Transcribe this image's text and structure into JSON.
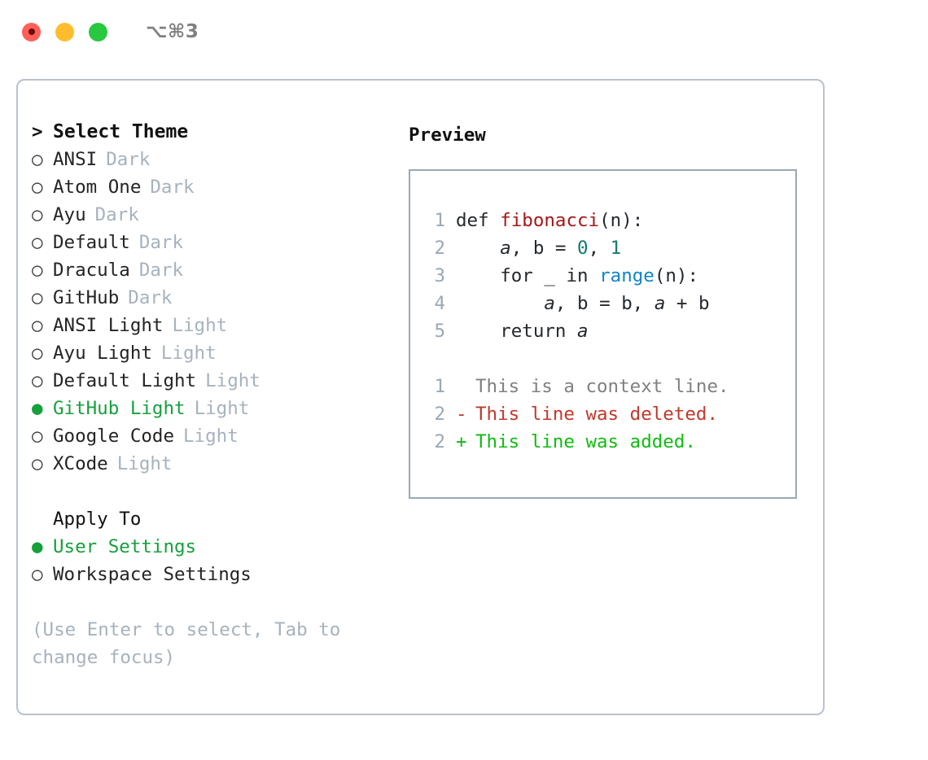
{
  "titlebar": {
    "shortcut": "⌥⌘3",
    "buttons": [
      "close",
      "minimize",
      "maximize"
    ]
  },
  "theme_selector": {
    "prompt_marker": ">",
    "title": "Select Theme",
    "unselected_marker": "○",
    "selected_marker": "●",
    "items": [
      {
        "name": "ANSI",
        "badge": "Dark",
        "selected": false
      },
      {
        "name": "Atom One",
        "badge": "Dark",
        "selected": false
      },
      {
        "name": "Ayu",
        "badge": "Dark",
        "selected": false
      },
      {
        "name": "Default",
        "badge": "Dark",
        "selected": false
      },
      {
        "name": "Dracula",
        "badge": "Dark",
        "selected": false
      },
      {
        "name": "GitHub",
        "badge": "Dark",
        "selected": false
      },
      {
        "name": "ANSI Light",
        "badge": "Light",
        "selected": false
      },
      {
        "name": "Ayu Light",
        "badge": "Light",
        "selected": false
      },
      {
        "name": "Default Light",
        "badge": "Light",
        "selected": false
      },
      {
        "name": "GitHub Light",
        "badge": "Light",
        "selected": true
      },
      {
        "name": "Google Code",
        "badge": "Light",
        "selected": false
      },
      {
        "name": "XCode",
        "badge": "Light",
        "selected": false
      }
    ]
  },
  "apply_to": {
    "title": "Apply To",
    "options": [
      {
        "name": "User Settings",
        "selected": true
      },
      {
        "name": "Workspace Settings",
        "selected": false
      }
    ]
  },
  "hint": "(Use Enter to select, Tab to change focus)",
  "preview": {
    "title": "Preview",
    "code_lines": [
      {
        "no": "1",
        "indent": 0,
        "tokens": [
          {
            "t": "def ",
            "c": "kw"
          },
          {
            "t": "fibonacci",
            "c": "fn"
          },
          {
            "t": "(n):",
            "c": "kw"
          }
        ]
      },
      {
        "no": "2",
        "indent": 4,
        "tokens": [
          {
            "t": "a",
            "c": "var"
          },
          {
            "t": ", ",
            "c": "kw"
          },
          {
            "t": "b",
            "c": "kw"
          },
          {
            "t": " = ",
            "c": "kw"
          },
          {
            "t": "0",
            "c": "num"
          },
          {
            "t": ", ",
            "c": "kw"
          },
          {
            "t": "1",
            "c": "num"
          }
        ]
      },
      {
        "no": "3",
        "indent": 4,
        "tokens": [
          {
            "t": "for _ in ",
            "c": "kw"
          },
          {
            "t": "range",
            "c": "call"
          },
          {
            "t": "(n):",
            "c": "kw"
          }
        ]
      },
      {
        "no": "4",
        "indent": 8,
        "tokens": [
          {
            "t": "a",
            "c": "var"
          },
          {
            "t": ", b = b, ",
            "c": "kw"
          },
          {
            "t": "a",
            "c": "var"
          },
          {
            "t": " + b",
            "c": "kw"
          }
        ]
      },
      {
        "no": "5",
        "indent": 4,
        "tokens": [
          {
            "t": "return ",
            "c": "kw"
          },
          {
            "t": "a",
            "c": "var"
          }
        ]
      }
    ],
    "diff_lines": [
      {
        "no": "1",
        "mark": "",
        "text": "This is a context line.",
        "kind": "ctx"
      },
      {
        "no": "2",
        "mark": "-",
        "text": "This line was deleted.",
        "kind": "del"
      },
      {
        "no": "2",
        "mark": "+",
        "text": "This line was added.",
        "kind": "add"
      }
    ]
  },
  "colors": {
    "accent_green": "#15a03c",
    "badge_gray": "#a7b2be",
    "border": "#b9c2cc",
    "preview_border": "#9aa8b5",
    "diff_add": "#11bb11",
    "diff_del": "#c0392b",
    "syntax_function": "#a61717",
    "syntax_number": "#137a6e",
    "syntax_call": "#1184c8"
  }
}
